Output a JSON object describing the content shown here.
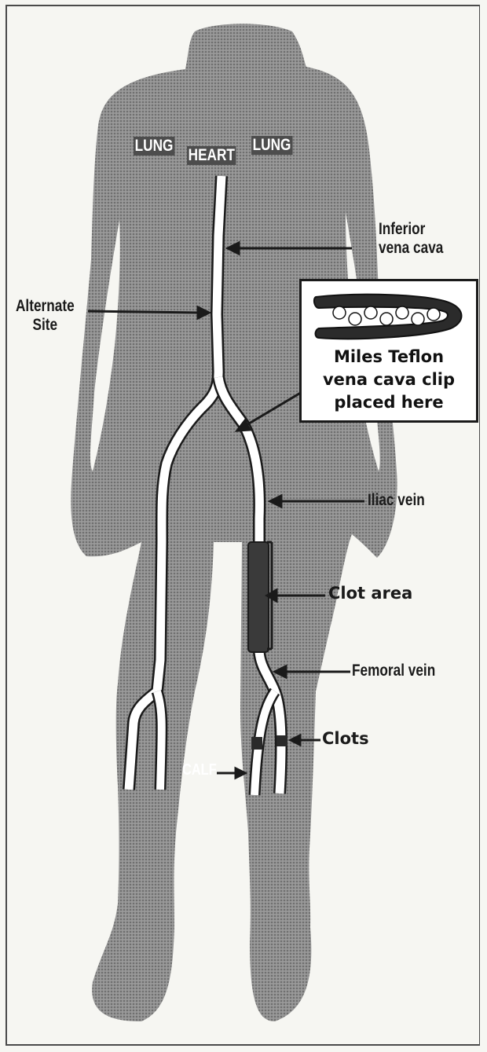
{
  "labels": {
    "lung_left": "LUNG",
    "heart": "HEART",
    "lung_right": "LUNG",
    "inferior_vena_cava": [
      "Inferior",
      "vena cava"
    ],
    "alternate_site": [
      "Alternate",
      "Site"
    ],
    "iliac_vein": "Iliac vein",
    "clot_area": "Clot area",
    "femoral_vein": "Femoral vein",
    "clots": "Clots",
    "calf": "CALF"
  },
  "callout": {
    "lines": [
      "Miles Teflon",
      "vena cava clip",
      "placed here"
    ]
  },
  "colors": {
    "body": "#8a8a8a",
    "vein": "#ffffff",
    "clot": "#3a3a3a",
    "ink": "#1a1a1a"
  }
}
